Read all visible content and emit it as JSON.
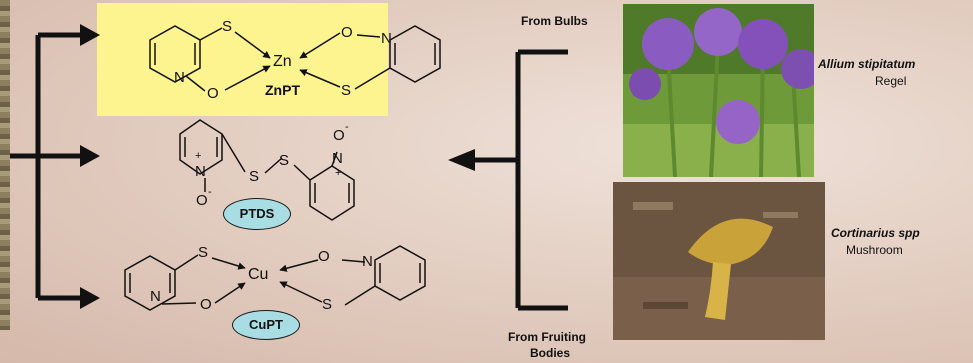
{
  "labels": {
    "from_bulbs": "From Bulbs",
    "from_fruiting_line1": "From Fruiting",
    "from_fruiting_line2": "Bodies",
    "allium_name": "Allium stipitatum",
    "allium_authority": "Regel",
    "cortinarius_name": "Cortinarius spp",
    "cortinarius_common": "Mushroom"
  },
  "compounds": {
    "znpt": {
      "abbrev": "ZnPT",
      "metal": "Zn"
    },
    "ptds": {
      "abbrev": "PTDS"
    },
    "cupt": {
      "abbrev": "CuPT",
      "metal": "Cu"
    }
  },
  "atoms": {
    "sulfur": "S",
    "oxygen": "O",
    "nitrogen": "N",
    "o_minus": "O",
    "plus": "+",
    "minus": "-"
  },
  "colors": {
    "highlight": "#fdf48f",
    "pill": "#a9dde4",
    "line": "#111111"
  },
  "icons": {
    "bulb_photo": "allium-flower-photo",
    "mushroom_photo": "mushroom-photo"
  }
}
